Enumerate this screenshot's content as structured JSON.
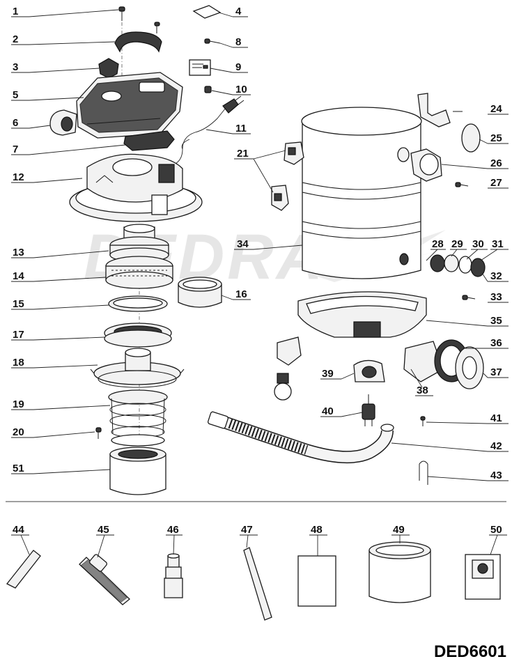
{
  "diagram": {
    "watermark": "DEDRA",
    "model_code": "DED6601",
    "callouts": [
      "1",
      "2",
      "3",
      "4",
      "5",
      "6",
      "7",
      "8",
      "9",
      "10",
      "11",
      "12",
      "13",
      "14",
      "15",
      "16",
      "17",
      "18",
      "19",
      "20",
      "21",
      "24",
      "25",
      "26",
      "27",
      "28",
      "29",
      "30",
      "31",
      "32",
      "33",
      "34",
      "35",
      "36",
      "37",
      "38",
      "39",
      "40",
      "41",
      "42",
      "43",
      "44",
      "45",
      "46",
      "47",
      "48",
      "49",
      "50",
      "51"
    ]
  }
}
